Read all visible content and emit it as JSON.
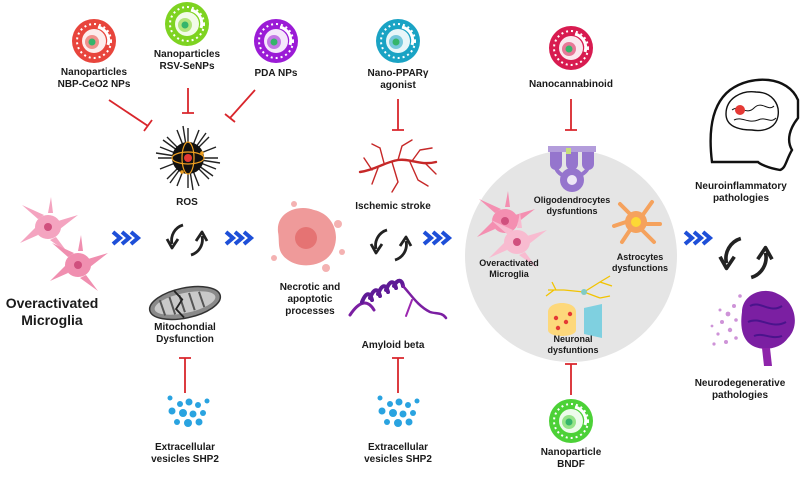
{
  "colors": {
    "inhibit": "#d9262c",
    "chevron": "#1e4fd8",
    "hub": "#e5e5e5",
    "microglia": "#f08fb0",
    "vesicle": "#29a3e0",
    "blood_vessel": "#c62828",
    "amyloid": "#7b1fa2",
    "np_red": "#e8453c",
    "np_green": "#7ed321",
    "np_purple": "#9b1bd6",
    "np_teal": "#1aa3c4",
    "np_crimson": "#d81b50",
    "np_bright_green": "#4cd137"
  },
  "nanoparticles": {
    "ceo2": [
      "Nanoparticles",
      "NBP-CeO2 NPs"
    ],
    "rsv": [
      "Nanoparticles",
      "RSV-SeNPs"
    ],
    "pda": [
      "PDA NPs"
    ],
    "ppar": [
      "Nano-PPARγ",
      "agonist"
    ],
    "canna": [
      "Nanocannabinoid"
    ],
    "bndf": [
      "Nanoparticle",
      "BNDF"
    ]
  },
  "nodes": {
    "microglia": [
      "Overactivated",
      "Microglia"
    ],
    "ros": "ROS",
    "mito": [
      "Mitochondial",
      "Dysfunction"
    ],
    "ev_left": [
      "Extracellular",
      "vesicles SHP2"
    ],
    "necrotic": [
      "Necrotic and",
      "apoptotic",
      "processes"
    ],
    "stroke": "Ischemic stroke",
    "amyloid": "Amyloid beta",
    "ev_mid": [
      "Extracellular",
      "vesicles SHP2"
    ]
  },
  "hub": {
    "microglia": [
      "Overactivated",
      "Microglia"
    ],
    "oligo": [
      "Oligodendrocytes",
      "dysfuntions"
    ],
    "astro": [
      "Astrocytes",
      "dysfunctions"
    ],
    "neuronal": [
      "Neuronal",
      "dysfuntions"
    ]
  },
  "outcomes": {
    "neuroinflammatory": [
      "Neuroinflammatory",
      "pathologies"
    ],
    "neurodegenerative": [
      "Neurodegenerative",
      "pathologies"
    ]
  },
  "icons": {
    "nanoparticle": "nanoparticle-icon",
    "microglia": "microglia-cell-icon",
    "ros": "ros-burst-icon",
    "mitochondria": "mitochondria-icon",
    "vesicles": "vesicles-icon",
    "necrotic": "necrotic-cell-icon",
    "vessel": "blood-vessel-icon",
    "amyloid": "amyloid-protein-icon",
    "oligodendrocyte": "oligodendrocyte-icon",
    "astrocyte": "astrocyte-icon",
    "neuron": "neuron-icon",
    "synapse": "synapse-icon",
    "head": "human-head-brain-icon",
    "degenerating_brain": "degenerating-brain-icon",
    "cycle": "cycle-arrows-icon",
    "chevrons": "triple-chevron-arrow-icon"
  }
}
